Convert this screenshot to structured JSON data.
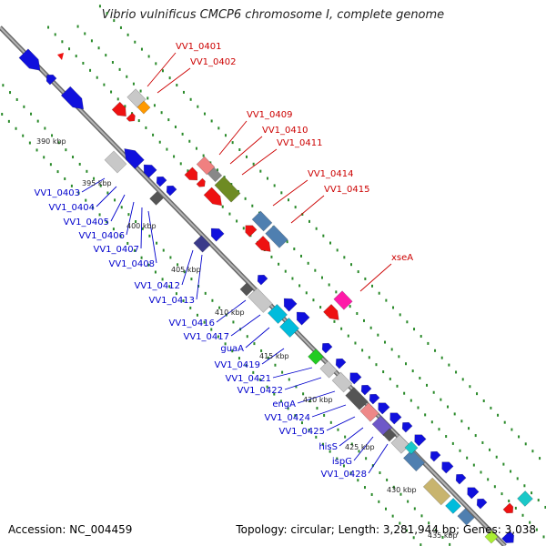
{
  "title": "Vibrio vulnificus CMCP6 chromosome I, complete genome",
  "footer": {
    "accession": "Accession: NC_004459",
    "summary": "Topology: circular; Length: 3,281,944 bp; Genes: 3,038"
  },
  "colors": {
    "forward_label": "#cc0000",
    "reverse_label": "#0000cc",
    "backbone": "#888888",
    "dots": "#228822"
  },
  "kbp_ticks": [
    "390 kbp",
    "395 kbp",
    "400 kbp",
    "405 kbp",
    "410 kbp",
    "415 kbp",
    "420 kbp",
    "425 kbp",
    "430 kbp",
    "435 kbp"
  ],
  "forward_labels": [
    "VV1_0401",
    "VV1_0402",
    "VV1_0409",
    "VV1_0410",
    "VV1_0411",
    "VV1_0414",
    "VV1_0415",
    "xseA"
  ],
  "reverse_labels": [
    "VV1_0403",
    "VV1_0404",
    "VV1_0405",
    "VV1_0406",
    "VV1_0407",
    "VV1_0408",
    "VV1_0412",
    "VV1_0413",
    "VV1_0416",
    "VV1_0417",
    "guaA",
    "VV1_0419",
    "VV1_0421",
    "VV1_0422",
    "engA",
    "VV1_0424",
    "VV1_0425",
    "hisS",
    "ispG",
    "VV1_0428"
  ]
}
